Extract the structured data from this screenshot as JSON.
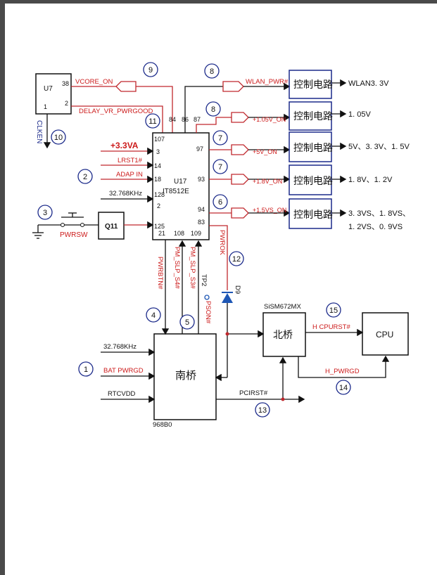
{
  "u7": {
    "name": "U7",
    "pin38": "38",
    "pin1": "1",
    "pin2": "2",
    "clken": "CLKEN"
  },
  "u17": {
    "name": "U17",
    "part": "IT8512E",
    "pins": {
      "p107": "107",
      "p84": "84",
      "p86": "86",
      "p87": "87",
      "p97": "97",
      "p3": "3",
      "p14": "14",
      "p18": "18",
      "p93": "93",
      "p128": "128",
      "p2": "2",
      "p94": "94",
      "p83": "83",
      "p125": "125",
      "p21": "21",
      "p108": "108",
      "p109": "109"
    }
  },
  "signals": {
    "vcore_on": "VCORE_ON",
    "delay_vr": "DELAY_VR_PWRGOOD",
    "v33a": "+3.3VA",
    "lrst": "LRST1#",
    "adap_in": "ADAP IN",
    "clk32_top": "32.768KHz",
    "wlan_pwr": "WLAN_PWR#",
    "v105_on": "+1.05V_ON",
    "v5_on": "+5V_ON",
    "v18_on": "+1.8V_ON",
    "v15vs_on": "+1.5VS_ON",
    "pwrok": "PWROK",
    "pwrbtn": "PWRBTN#",
    "pm_slp_s4": "PM_SLP_S4#",
    "pm_slp_s3": "PM_SLP_S3#",
    "pson": "PSON#",
    "tp2": "TP2",
    "d9": "D9",
    "pwrsw": "PWRSW",
    "q11": "Q11",
    "clk32_bot": "32.768KHz",
    "bat_pwrgd": "BAT PWRGD",
    "rtcvdd": "RTCVDD",
    "pcirst": "PCIRST#",
    "h_cpurst": "H CPURST#",
    "h_pwrgd": "H_PWRGD"
  },
  "ctrl_label": "控制电路",
  "outputs": {
    "o1": "WLAN3. 3V",
    "o2": "1. 05V",
    "o3": "5V、3. 3V、1. 5V",
    "o4": "1. 8V、1. 2V",
    "o5a": "3. 3VS、1. 8VS、",
    "o5b": "1. 2VS、0. 9VS"
  },
  "southbridge": {
    "label": "南桥",
    "part": "968B0"
  },
  "northbridge": {
    "label": "北桥",
    "part": "SiSM672MX"
  },
  "cpu": {
    "label": "CPU"
  },
  "steps": [
    "1",
    "2",
    "3",
    "4",
    "5",
    "6",
    "7",
    "7",
    "8",
    "8",
    "9",
    "10",
    "11",
    "12",
    "13",
    "14",
    "15"
  ],
  "colors": {
    "line_red": "#c0282d",
    "line_black": "#111111",
    "step_circle": "#1b2a8a",
    "diode": "#1e57b5"
  }
}
